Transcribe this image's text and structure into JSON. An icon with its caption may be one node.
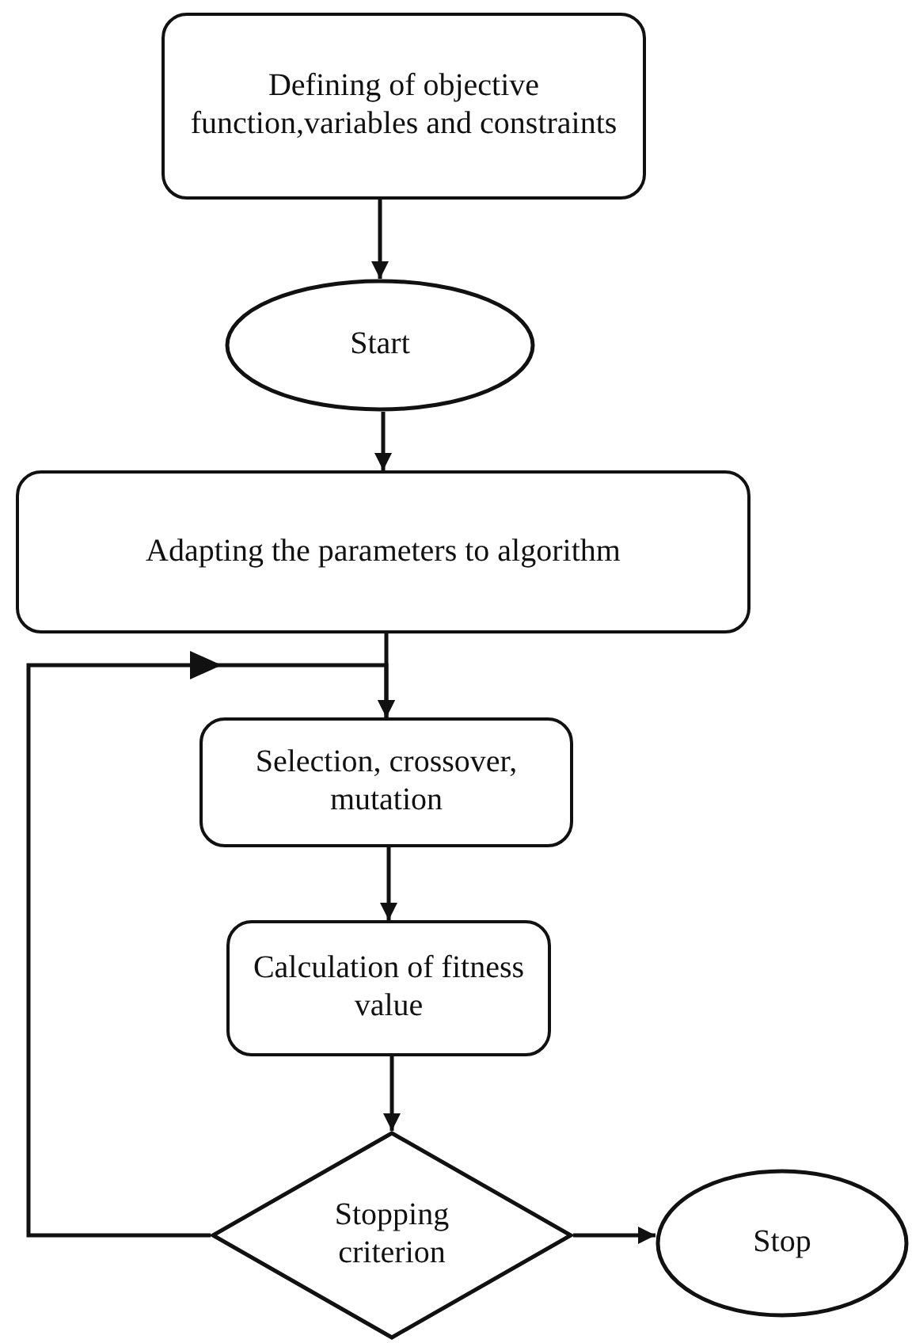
{
  "diagram": {
    "nodes": [
      {
        "text": [
          "Defining of objective function,variables and constraints"
        ]
      },
      {
        "text": [
          "Start"
        ]
      },
      {
        "text": [
          "Adapting the parameters to algorithm"
        ]
      },
      {
        "text": [
          "Selection, crossover, mutation"
        ]
      },
      {
        "text": [
          "Calculation of fitness value"
        ]
      },
      {
        "text": [
          "Stopping criterion"
        ]
      },
      {
        "text": [
          "Stop"
        ]
      }
    ],
    "edges": [
      {
        "from": 0,
        "to": 1,
        "arrow": "to"
      },
      {
        "from": 1,
        "to": 2,
        "arrow": "to"
      },
      {
        "from": 2,
        "to": 3,
        "arrow": "to"
      },
      {
        "from": 3,
        "to": 4,
        "arrow": "to"
      },
      {
        "from": 4,
        "to": 5,
        "arrow": "to"
      },
      {
        "from": 5,
        "to": 6,
        "arrow": "to"
      },
      {
        "from": 5,
        "to": 3,
        "arrow": "to"
      }
    ]
  }
}
